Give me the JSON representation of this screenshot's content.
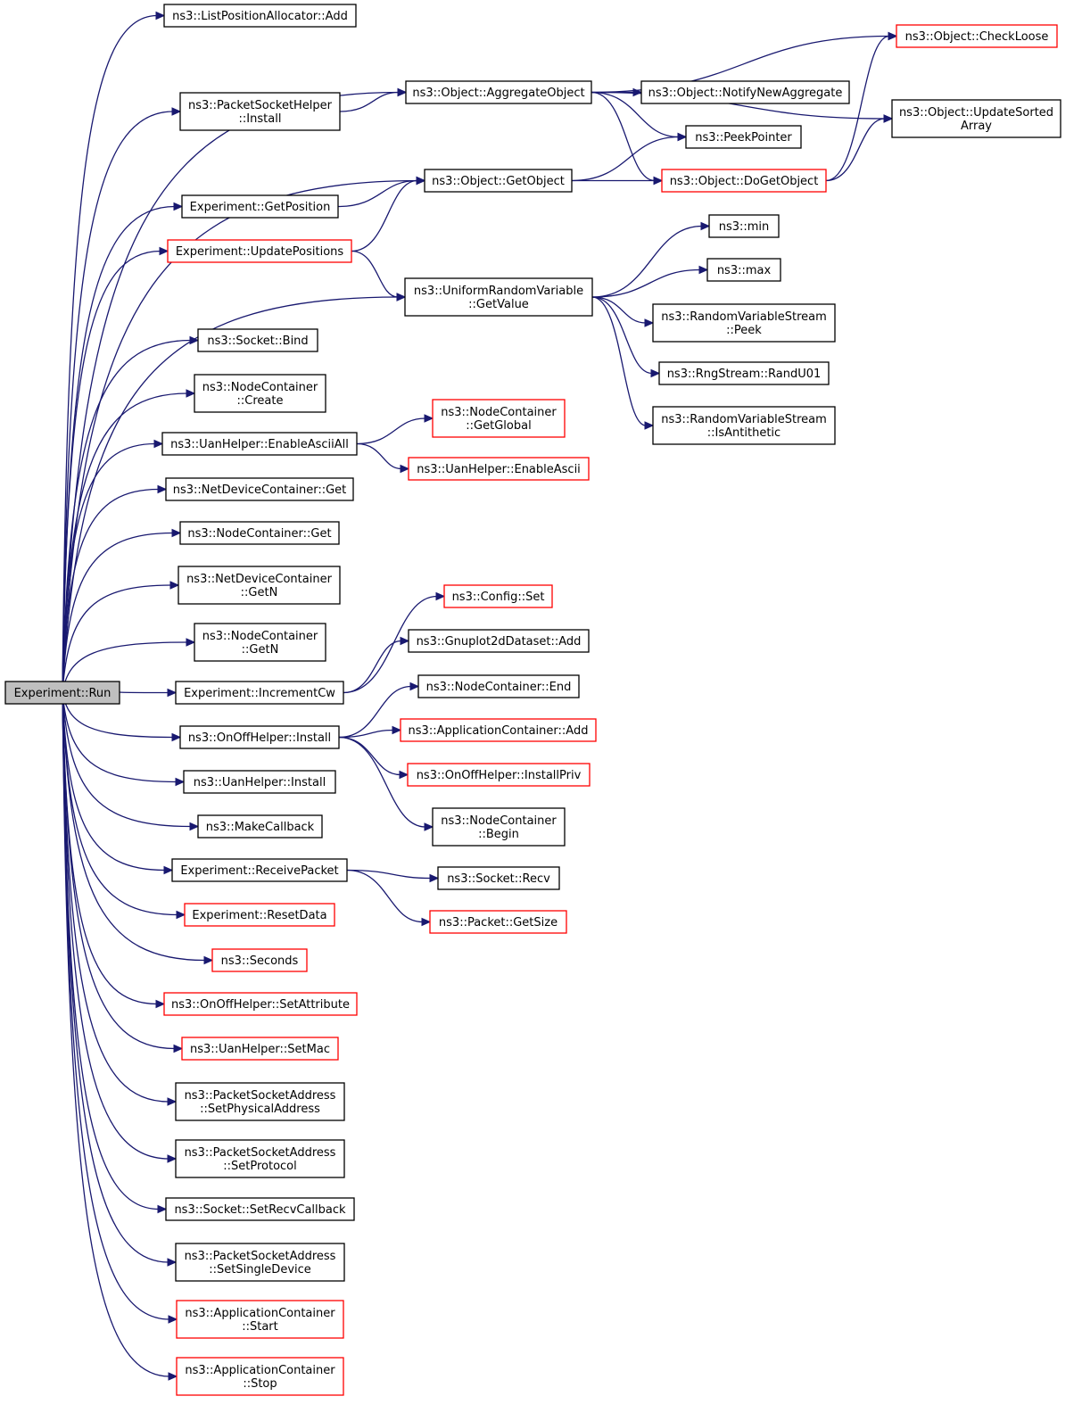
{
  "graph": {
    "root": "run",
    "nodes": [
      {
        "id": "run",
        "lines": [
          "Experiment::Run"
        ],
        "style": "root"
      },
      {
        "id": "lpa_add",
        "lines": [
          "ns3::ListPositionAllocator::Add"
        ],
        "style": "normal"
      },
      {
        "id": "psh_install",
        "lines": [
          "ns3::PacketSocketHelper",
          "::Install"
        ],
        "style": "normal"
      },
      {
        "id": "aggregate",
        "lines": [
          "ns3::Object::AggregateObject"
        ],
        "style": "normal"
      },
      {
        "id": "notify",
        "lines": [
          "ns3::Object::NotifyNewAggregate"
        ],
        "style": "normal"
      },
      {
        "id": "checkloose",
        "lines": [
          "ns3::Object::CheckLoose"
        ],
        "style": "truncated"
      },
      {
        "id": "updatesorted",
        "lines": [
          "ns3::Object::UpdateSorted",
          "Array"
        ],
        "style": "normal"
      },
      {
        "id": "peek",
        "lines": [
          "ns3::PeekPointer"
        ],
        "style": "normal"
      },
      {
        "id": "getobject",
        "lines": [
          "ns3::Object::GetObject"
        ],
        "style": "normal"
      },
      {
        "id": "dogetobject",
        "lines": [
          "ns3::Object::DoGetObject"
        ],
        "style": "truncated"
      },
      {
        "id": "getposition",
        "lines": [
          "Experiment::GetPosition"
        ],
        "style": "normal"
      },
      {
        "id": "updatepositions",
        "lines": [
          "Experiment::UpdatePositions"
        ],
        "style": "truncated"
      },
      {
        "id": "urv",
        "lines": [
          "ns3::UniformRandomVariable",
          "::GetValue"
        ],
        "style": "normal"
      },
      {
        "id": "min",
        "lines": [
          "ns3::min"
        ],
        "style": "normal"
      },
      {
        "id": "max",
        "lines": [
          "ns3::max"
        ],
        "style": "normal"
      },
      {
        "id": "rvs_peek",
        "lines": [
          "ns3::RandomVariableStream",
          "::Peek"
        ],
        "style": "normal"
      },
      {
        "id": "randu01",
        "lines": [
          "ns3::RngStream::RandU01"
        ],
        "style": "normal"
      },
      {
        "id": "isantithetic",
        "lines": [
          "ns3::RandomVariableStream",
          "::IsAntithetic"
        ],
        "style": "normal"
      },
      {
        "id": "bind",
        "lines": [
          "ns3::Socket::Bind"
        ],
        "style": "normal"
      },
      {
        "id": "nc_create",
        "lines": [
          "ns3::NodeContainer",
          "::Create"
        ],
        "style": "normal"
      },
      {
        "id": "enableasciiall",
        "lines": [
          "ns3::UanHelper::EnableAsciiAll"
        ],
        "style": "normal"
      },
      {
        "id": "getglobal",
        "lines": [
          "ns3::NodeContainer",
          "::GetGlobal"
        ],
        "style": "truncated"
      },
      {
        "id": "enableascii",
        "lines": [
          "ns3::UanHelper::EnableAscii"
        ],
        "style": "truncated"
      },
      {
        "id": "ndc_get",
        "lines": [
          "ns3::NetDeviceContainer::Get"
        ],
        "style": "normal"
      },
      {
        "id": "nc_get",
        "lines": [
          "ns3::NodeContainer::Get"
        ],
        "style": "normal"
      },
      {
        "id": "ndc_getn",
        "lines": [
          "ns3::NetDeviceContainer",
          "::GetN"
        ],
        "style": "normal"
      },
      {
        "id": "nc_getn",
        "lines": [
          "ns3::NodeContainer",
          "::GetN"
        ],
        "style": "normal"
      },
      {
        "id": "config_set",
        "lines": [
          "ns3::Config::Set"
        ],
        "style": "truncated"
      },
      {
        "id": "gnuplot_add",
        "lines": [
          "ns3::Gnuplot2dDataset::Add"
        ],
        "style": "normal"
      },
      {
        "id": "incrementcw",
        "lines": [
          "Experiment::IncrementCw"
        ],
        "style": "normal"
      },
      {
        "id": "nc_end",
        "lines": [
          "ns3::NodeContainer::End"
        ],
        "style": "normal"
      },
      {
        "id": "onoff_install",
        "lines": [
          "ns3::OnOffHelper::Install"
        ],
        "style": "normal"
      },
      {
        "id": "appc_add",
        "lines": [
          "ns3::ApplicationContainer::Add"
        ],
        "style": "truncated"
      },
      {
        "id": "installpriv",
        "lines": [
          "ns3::OnOffHelper::InstallPriv"
        ],
        "style": "truncated"
      },
      {
        "id": "nc_begin",
        "lines": [
          "ns3::NodeContainer",
          "::Begin"
        ],
        "style": "normal"
      },
      {
        "id": "uan_install",
        "lines": [
          "ns3::UanHelper::Install"
        ],
        "style": "normal"
      },
      {
        "id": "makecallback",
        "lines": [
          "ns3::MakeCallback"
        ],
        "style": "normal"
      },
      {
        "id": "receivepacket",
        "lines": [
          "Experiment::ReceivePacket"
        ],
        "style": "normal"
      },
      {
        "id": "recv",
        "lines": [
          "ns3::Socket::Recv"
        ],
        "style": "normal"
      },
      {
        "id": "getsize",
        "lines": [
          "ns3::Packet::GetSize"
        ],
        "style": "truncated"
      },
      {
        "id": "resetdata",
        "lines": [
          "Experiment::ResetData"
        ],
        "style": "truncated"
      },
      {
        "id": "seconds",
        "lines": [
          "ns3::Seconds"
        ],
        "style": "truncated"
      },
      {
        "id": "setattribute",
        "lines": [
          "ns3::OnOffHelper::SetAttribute"
        ],
        "style": "truncated"
      },
      {
        "id": "setmac",
        "lines": [
          "ns3::UanHelper::SetMac"
        ],
        "style": "truncated"
      },
      {
        "id": "setphysical",
        "lines": [
          "ns3::PacketSocketAddress",
          "::SetPhysicalAddress"
        ],
        "style": "normal"
      },
      {
        "id": "setprotocol",
        "lines": [
          "ns3::PacketSocketAddress",
          "::SetProtocol"
        ],
        "style": "normal"
      },
      {
        "id": "setrecvcallback",
        "lines": [
          "ns3::Socket::SetRecvCallback"
        ],
        "style": "normal"
      },
      {
        "id": "setsingledevice",
        "lines": [
          "ns3::PacketSocketAddress",
          "::SetSingleDevice"
        ],
        "style": "normal"
      },
      {
        "id": "appc_start",
        "lines": [
          "ns3::ApplicationContainer",
          "::Start"
        ],
        "style": "truncated"
      },
      {
        "id": "appc_stop",
        "lines": [
          "ns3::ApplicationContainer",
          "::Stop"
        ],
        "style": "truncated"
      }
    ],
    "edges": [
      [
        "run",
        "lpa_add"
      ],
      [
        "run",
        "aggregate"
      ],
      [
        "run",
        "psh_install"
      ],
      [
        "run",
        "getobject"
      ],
      [
        "run",
        "getposition"
      ],
      [
        "run",
        "updatepositions"
      ],
      [
        "run",
        "urv"
      ],
      [
        "run",
        "bind"
      ],
      [
        "run",
        "nc_create"
      ],
      [
        "run",
        "enableasciiall"
      ],
      [
        "run",
        "ndc_get"
      ],
      [
        "run",
        "nc_get"
      ],
      [
        "run",
        "ndc_getn"
      ],
      [
        "run",
        "nc_getn"
      ],
      [
        "run",
        "incrementcw"
      ],
      [
        "run",
        "onoff_install"
      ],
      [
        "run",
        "uan_install"
      ],
      [
        "run",
        "makecallback"
      ],
      [
        "run",
        "receivepacket"
      ],
      [
        "run",
        "resetdata"
      ],
      [
        "run",
        "seconds"
      ],
      [
        "run",
        "setattribute"
      ],
      [
        "run",
        "setmac"
      ],
      [
        "run",
        "setphysical"
      ],
      [
        "run",
        "setprotocol"
      ],
      [
        "run",
        "setrecvcallback"
      ],
      [
        "run",
        "setsingledevice"
      ],
      [
        "run",
        "appc_start"
      ],
      [
        "run",
        "appc_stop"
      ],
      [
        "psh_install",
        "aggregate"
      ],
      [
        "aggregate",
        "notify"
      ],
      [
        "aggregate",
        "checkloose"
      ],
      [
        "aggregate",
        "updatesorted"
      ],
      [
        "aggregate",
        "peek"
      ],
      [
        "aggregate",
        "dogetobject"
      ],
      [
        "getobject",
        "peek"
      ],
      [
        "getobject",
        "dogetobject"
      ],
      [
        "dogetobject",
        "checkloose"
      ],
      [
        "dogetobject",
        "updatesorted"
      ],
      [
        "getposition",
        "getobject"
      ],
      [
        "updatepositions",
        "getobject"
      ],
      [
        "updatepositions",
        "urv"
      ],
      [
        "urv",
        "min"
      ],
      [
        "urv",
        "max"
      ],
      [
        "urv",
        "rvs_peek"
      ],
      [
        "urv",
        "randu01"
      ],
      [
        "urv",
        "isantithetic"
      ],
      [
        "enableasciiall",
        "getglobal"
      ],
      [
        "enableasciiall",
        "enableascii"
      ],
      [
        "incrementcw",
        "config_set"
      ],
      [
        "incrementcw",
        "gnuplot_add"
      ],
      [
        "onoff_install",
        "nc_end"
      ],
      [
        "onoff_install",
        "appc_add"
      ],
      [
        "onoff_install",
        "installpriv"
      ],
      [
        "onoff_install",
        "nc_begin"
      ],
      [
        "receivepacket",
        "recv"
      ],
      [
        "receivepacket",
        "getsize"
      ]
    ]
  }
}
